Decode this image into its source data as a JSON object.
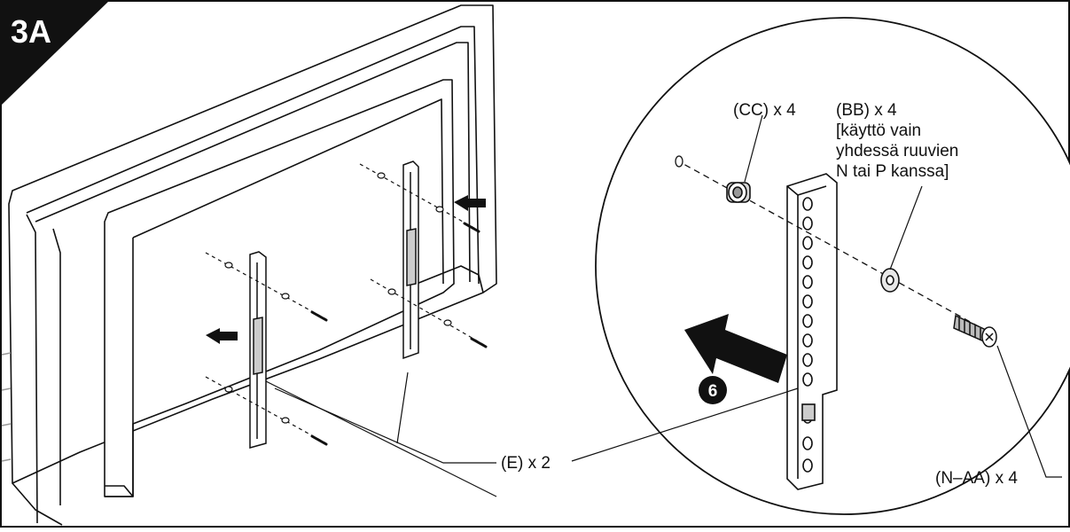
{
  "step_label": "3A",
  "step_number": "6",
  "labels": {
    "cc": "(CC) x 4",
    "bb_line1": "(BB) x 4",
    "bb_line2": "[käyttö vain",
    "bb_line3": "yhdessä ruuvien",
    "bb_line4": "N tai P kanssa]",
    "e": "(E) x 2",
    "n_aa": "(N–AA) x 4"
  },
  "colors": {
    "ink": "#111111",
    "paper": "#ffffff",
    "grey": "#bdbdbd"
  }
}
